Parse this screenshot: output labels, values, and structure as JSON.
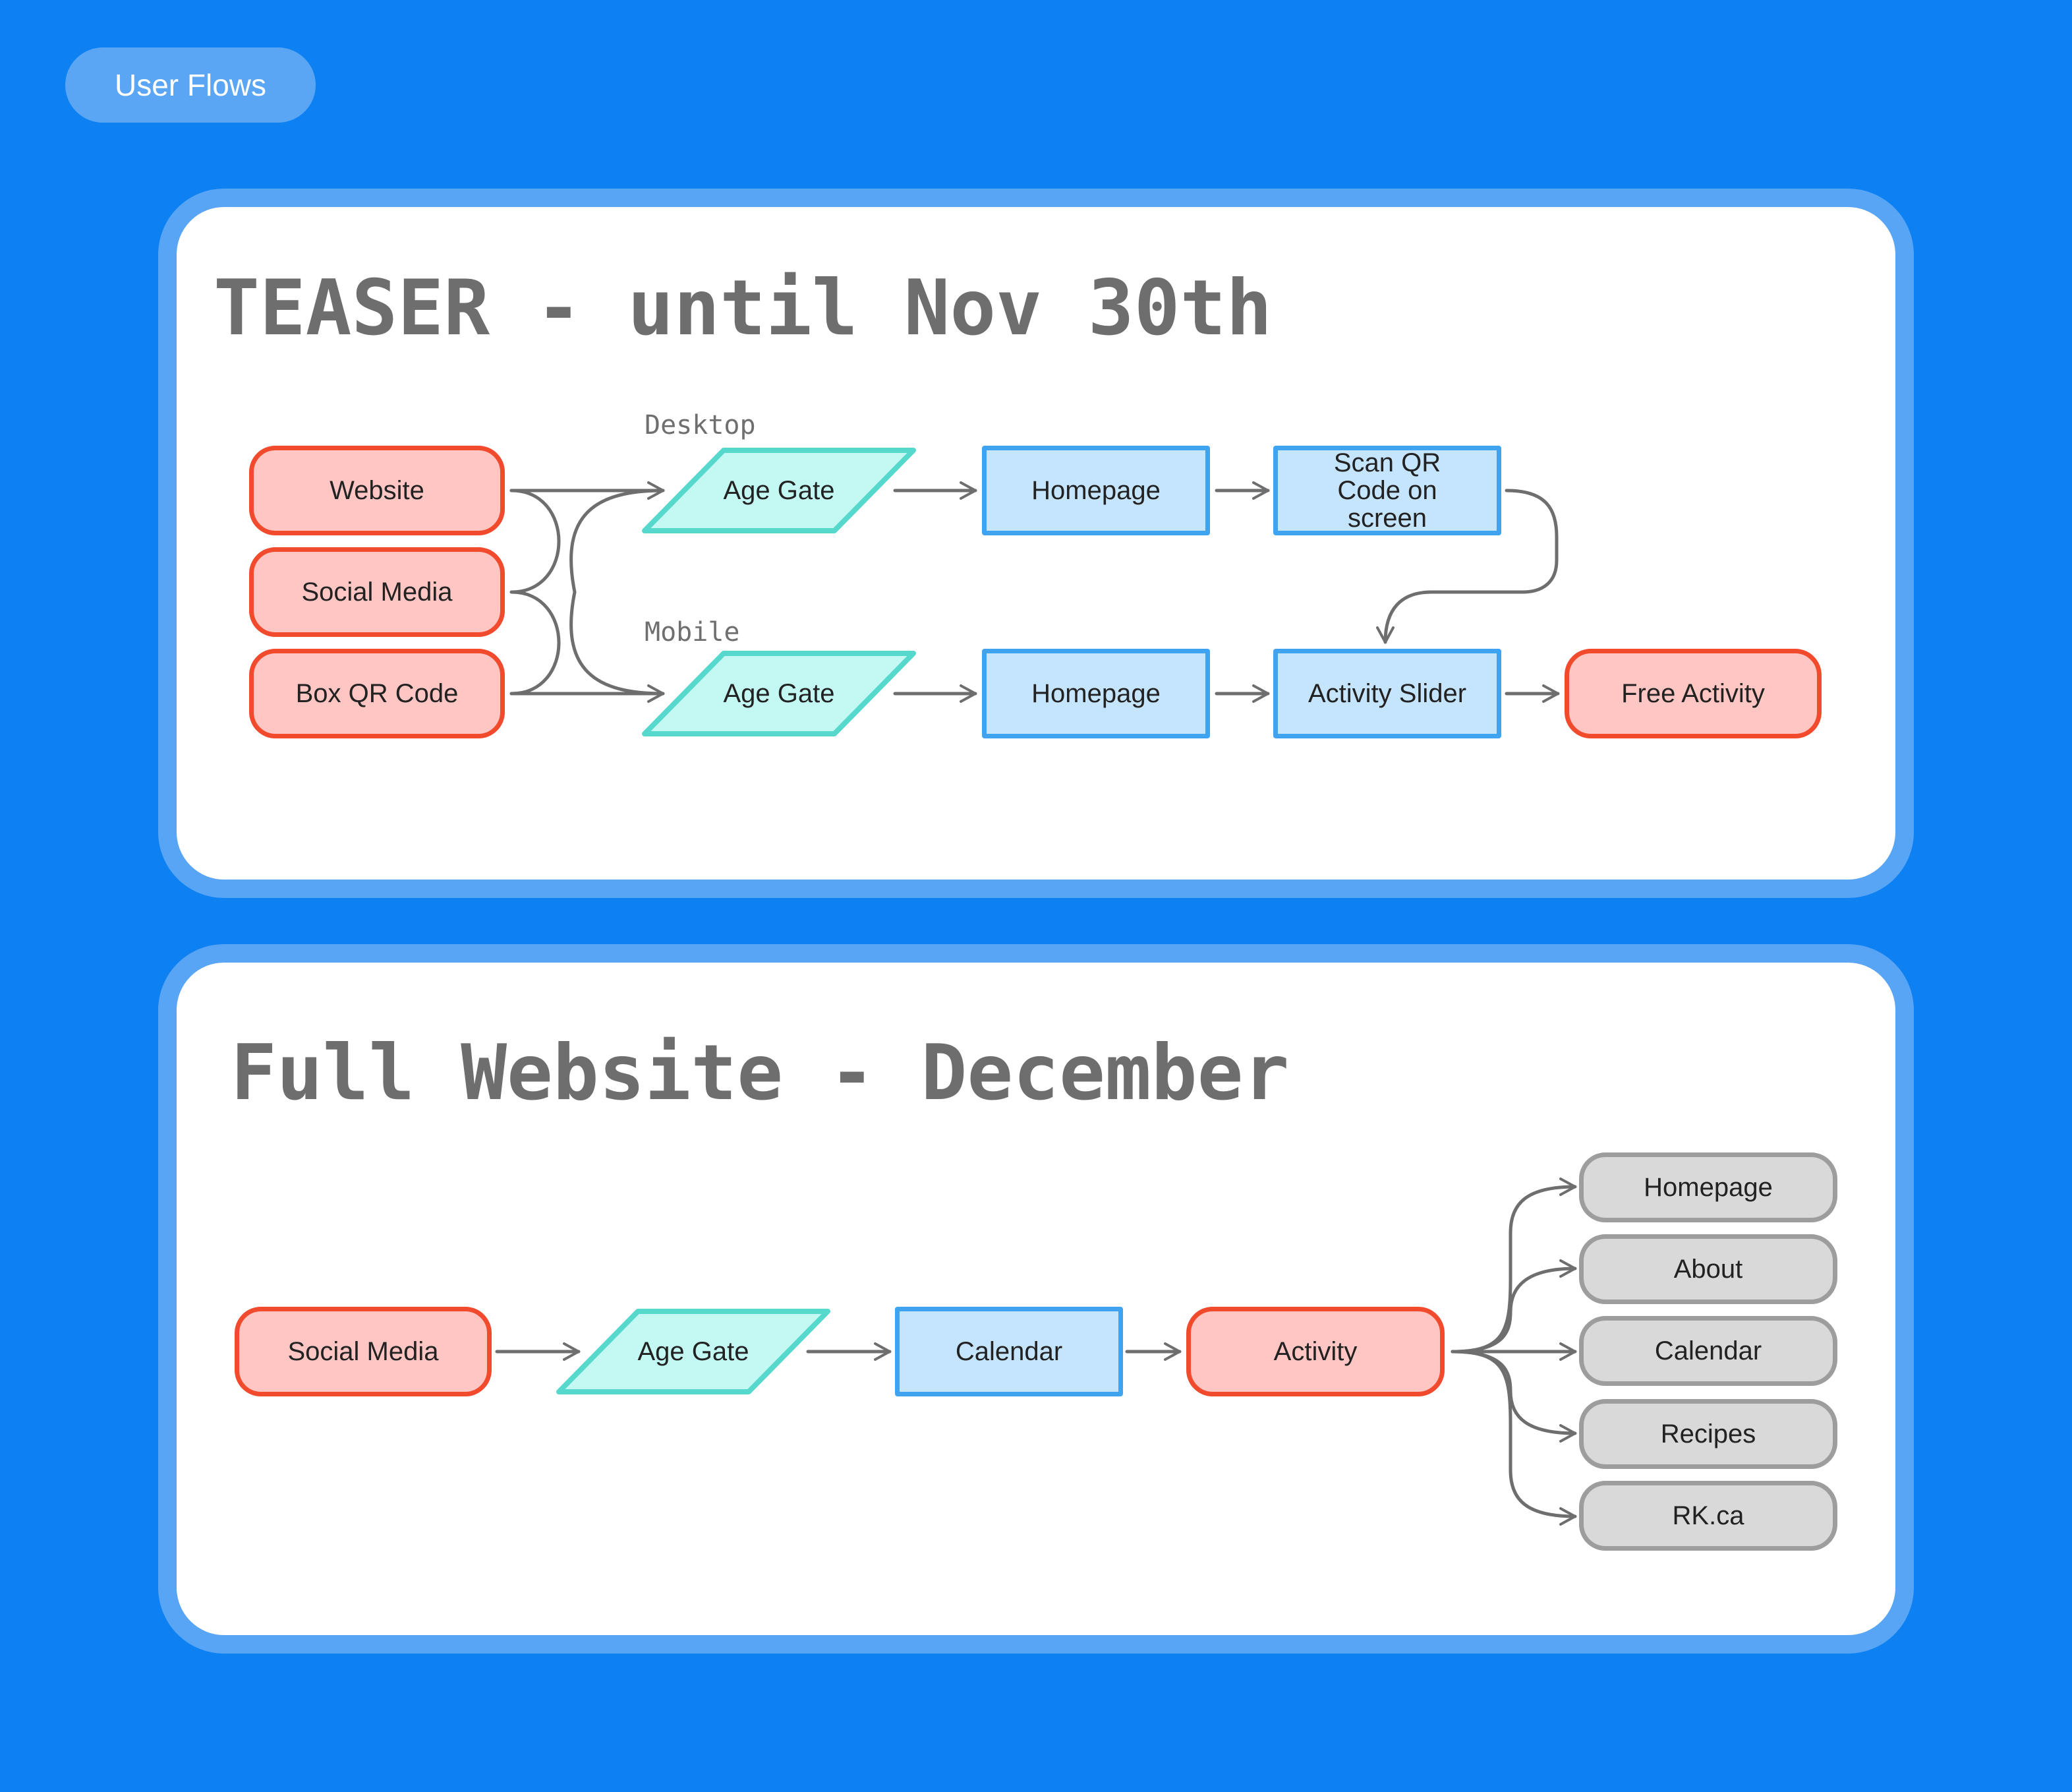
{
  "header": {
    "badge": "User Flows"
  },
  "colors": {
    "background": "#0d80f2",
    "card_border": "#58a5f6",
    "terminal_fill": "#ffc6c3",
    "terminal_border": "#f14a2c",
    "gate_fill": "#c3f8f3",
    "gate_border": "#57d8cc",
    "page_fill": "#c5e4fd",
    "page_border": "#3fa3ef",
    "link_fill": "#d9d9d9",
    "link_border": "#9d9d9d",
    "connector": "#6e6e6e"
  },
  "teaser": {
    "title": "TEASER - until Nov 30th",
    "desktop_label": "Desktop",
    "mobile_label": "Mobile",
    "sources": [
      "Website",
      "Social Media",
      "Box QR Code"
    ],
    "desktop_flow": {
      "gate": "Age Gate",
      "page": "Homepage",
      "scan": "Scan QR Code on screen"
    },
    "mobile_flow": {
      "gate": "Age Gate",
      "page": "Homepage",
      "slider": "Activity Slider",
      "end": "Free Activity"
    }
  },
  "full": {
    "title": "Full Website - December",
    "flow": {
      "source": "Social Media",
      "gate": "Age Gate",
      "page": "Calendar",
      "activity": "Activity"
    },
    "destinations": [
      "Homepage",
      "About",
      "Calendar",
      "Recipes",
      "RK.ca"
    ]
  }
}
